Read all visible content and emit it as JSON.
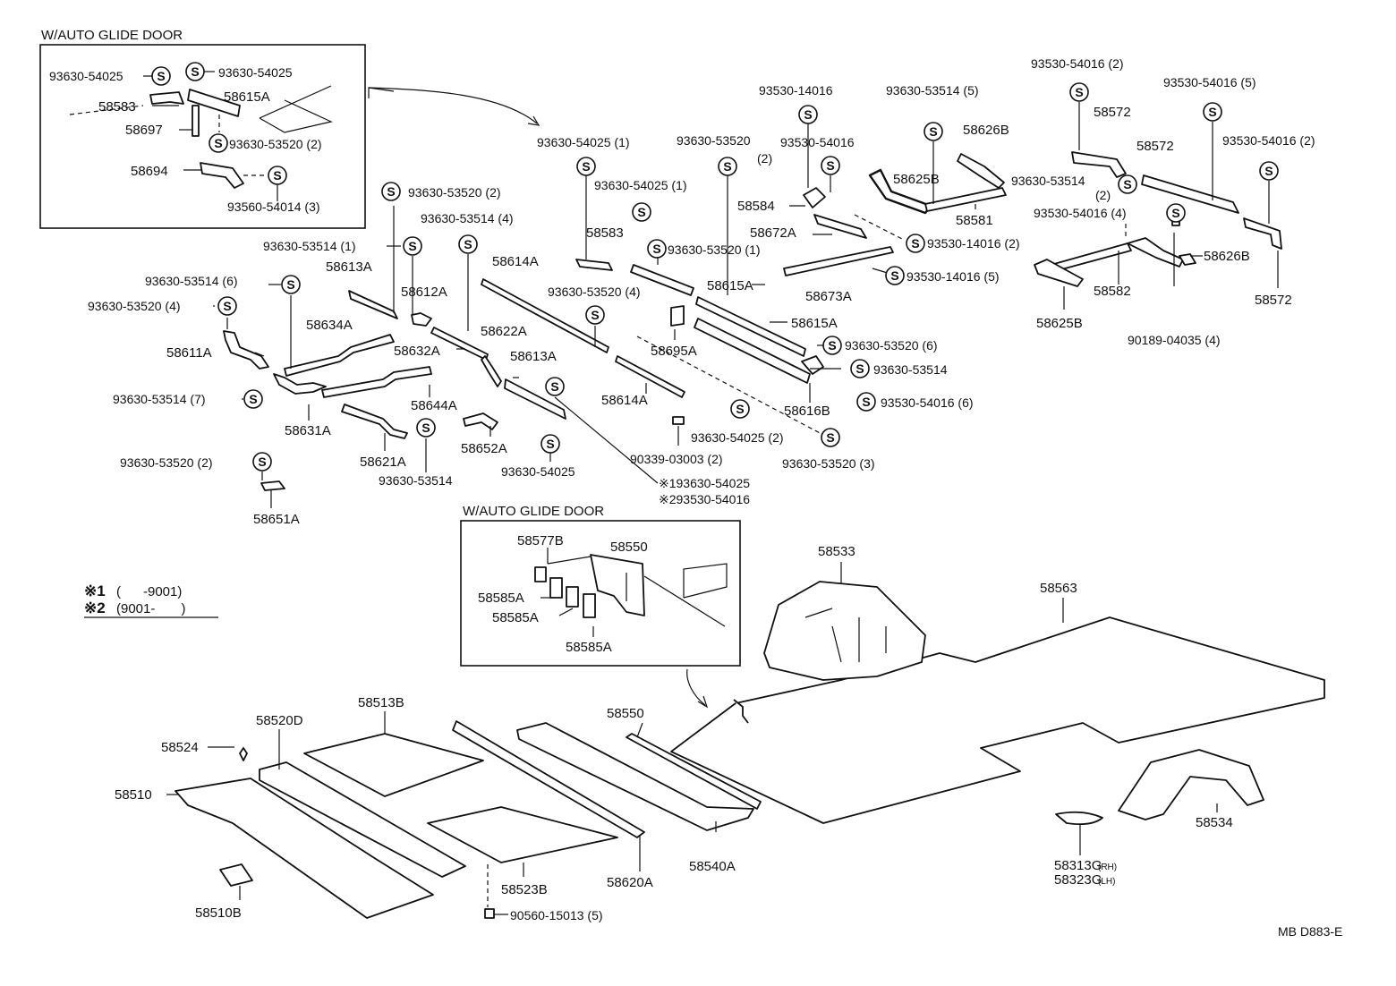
{
  "callouts": {
    "auto_glide_top": "W/AUTO GLIDE DOOR",
    "auto_glide_mid": "W/AUTO GLIDE DOOR"
  },
  "footnotes": {
    "note1_mark": "※1",
    "note1_range": "(      -9001)",
    "note2_mark": "※2",
    "note2_range": "(9001-       )"
  },
  "diagram_code": "MB D883-E",
  "washer_symbol": "S",
  "labels": {
    "l01": "93630-54025",
    "l02": "93630-54025",
    "l03": "58583",
    "l04": "58615A",
    "l05": "58697",
    "l06": "93630-53520 (2)",
    "l07": "58694",
    "l08": "93560-54014 (3)",
    "l09": "93630-54025 (1)",
    "l10": "93630-53520",
    "l11": "(2)",
    "l12": "93530-14016",
    "l13": "93530-54016",
    "l14": "93630-53514 (5)",
    "l15": "93530-54016 (2)",
    "l16": "93530-54016 (5)",
    "l17": "58572",
    "l18": "58572",
    "l19": "58626B",
    "l20": "93530-54016 (2)",
    "l21": "93630-54025 (1)",
    "l22": "58584",
    "l23": "58625B",
    "l24": "93630-53514",
    "l25": "(2)",
    "l26": "58581",
    "l27": "93530-54016 (4)",
    "l28": "58672A",
    "l29": "93530-14016 (2)",
    "l30": "58626B",
    "l31": "58583",
    "l32": "93630-53520 (1)",
    "l33": "93530-14016 (5)",
    "l34": "58582",
    "l35": "58572",
    "l36": "58673A",
    "l37": "58625B",
    "l38": "90189-04035 (4)",
    "l39": "93630-53520 (2)",
    "l40": "93630-53514 (4)",
    "l41": "93630-53514 (1)",
    "l42": "58614A",
    "l43": "58613A",
    "l44": "58612A",
    "l45": "93630-53514 (6)",
    "l46": "93630-53520 (4)",
    "l47": "58615A",
    "l48": "93630-53520 (4)",
    "l49": "58634A",
    "l50": "58632A",
    "l51": "58622A",
    "l52": "58615A",
    "l53": "58695A",
    "l54": "58611A",
    "l55": "58613A",
    "l56": "93630-53520 (6)",
    "l57": "93630-53514",
    "l58": "93630-53514 (7)",
    "l59": "58644A",
    "l60": "58614A",
    "l61": "58616B",
    "l62": "93530-54016 (6)",
    "l63": "58631A",
    "l64": "58652A",
    "l65": "93630-54025 (2)",
    "l66": "58621A",
    "l67": "93630-53520 (2)",
    "l68": "93630-54025",
    "l69": "90339-03003 (2)",
    "l70": "93630-53520 (3)",
    "l71": "93630-53514",
    "l72": "※193630-54025",
    "l73": "※293530-54016",
    "l74": "58651A",
    "l75": "58577B",
    "l76": "58550",
    "l77": "58585A",
    "l78": "58585A",
    "l79": "58585A",
    "l80": "58533",
    "l81": "58563",
    "l82": "58513B",
    "l83": "58520D",
    "l84": "58524",
    "l85": "58550",
    "l86": "58510",
    "l87": "58534",
    "l88": "58523B",
    "l89": "58620A",
    "l90": "58540A",
    "l91": "58313G",
    "l92": "(RH)",
    "l93": "58323G",
    "l94": "(LH)",
    "l95": "58510B",
    "l96": "90560-15013 (5)"
  }
}
